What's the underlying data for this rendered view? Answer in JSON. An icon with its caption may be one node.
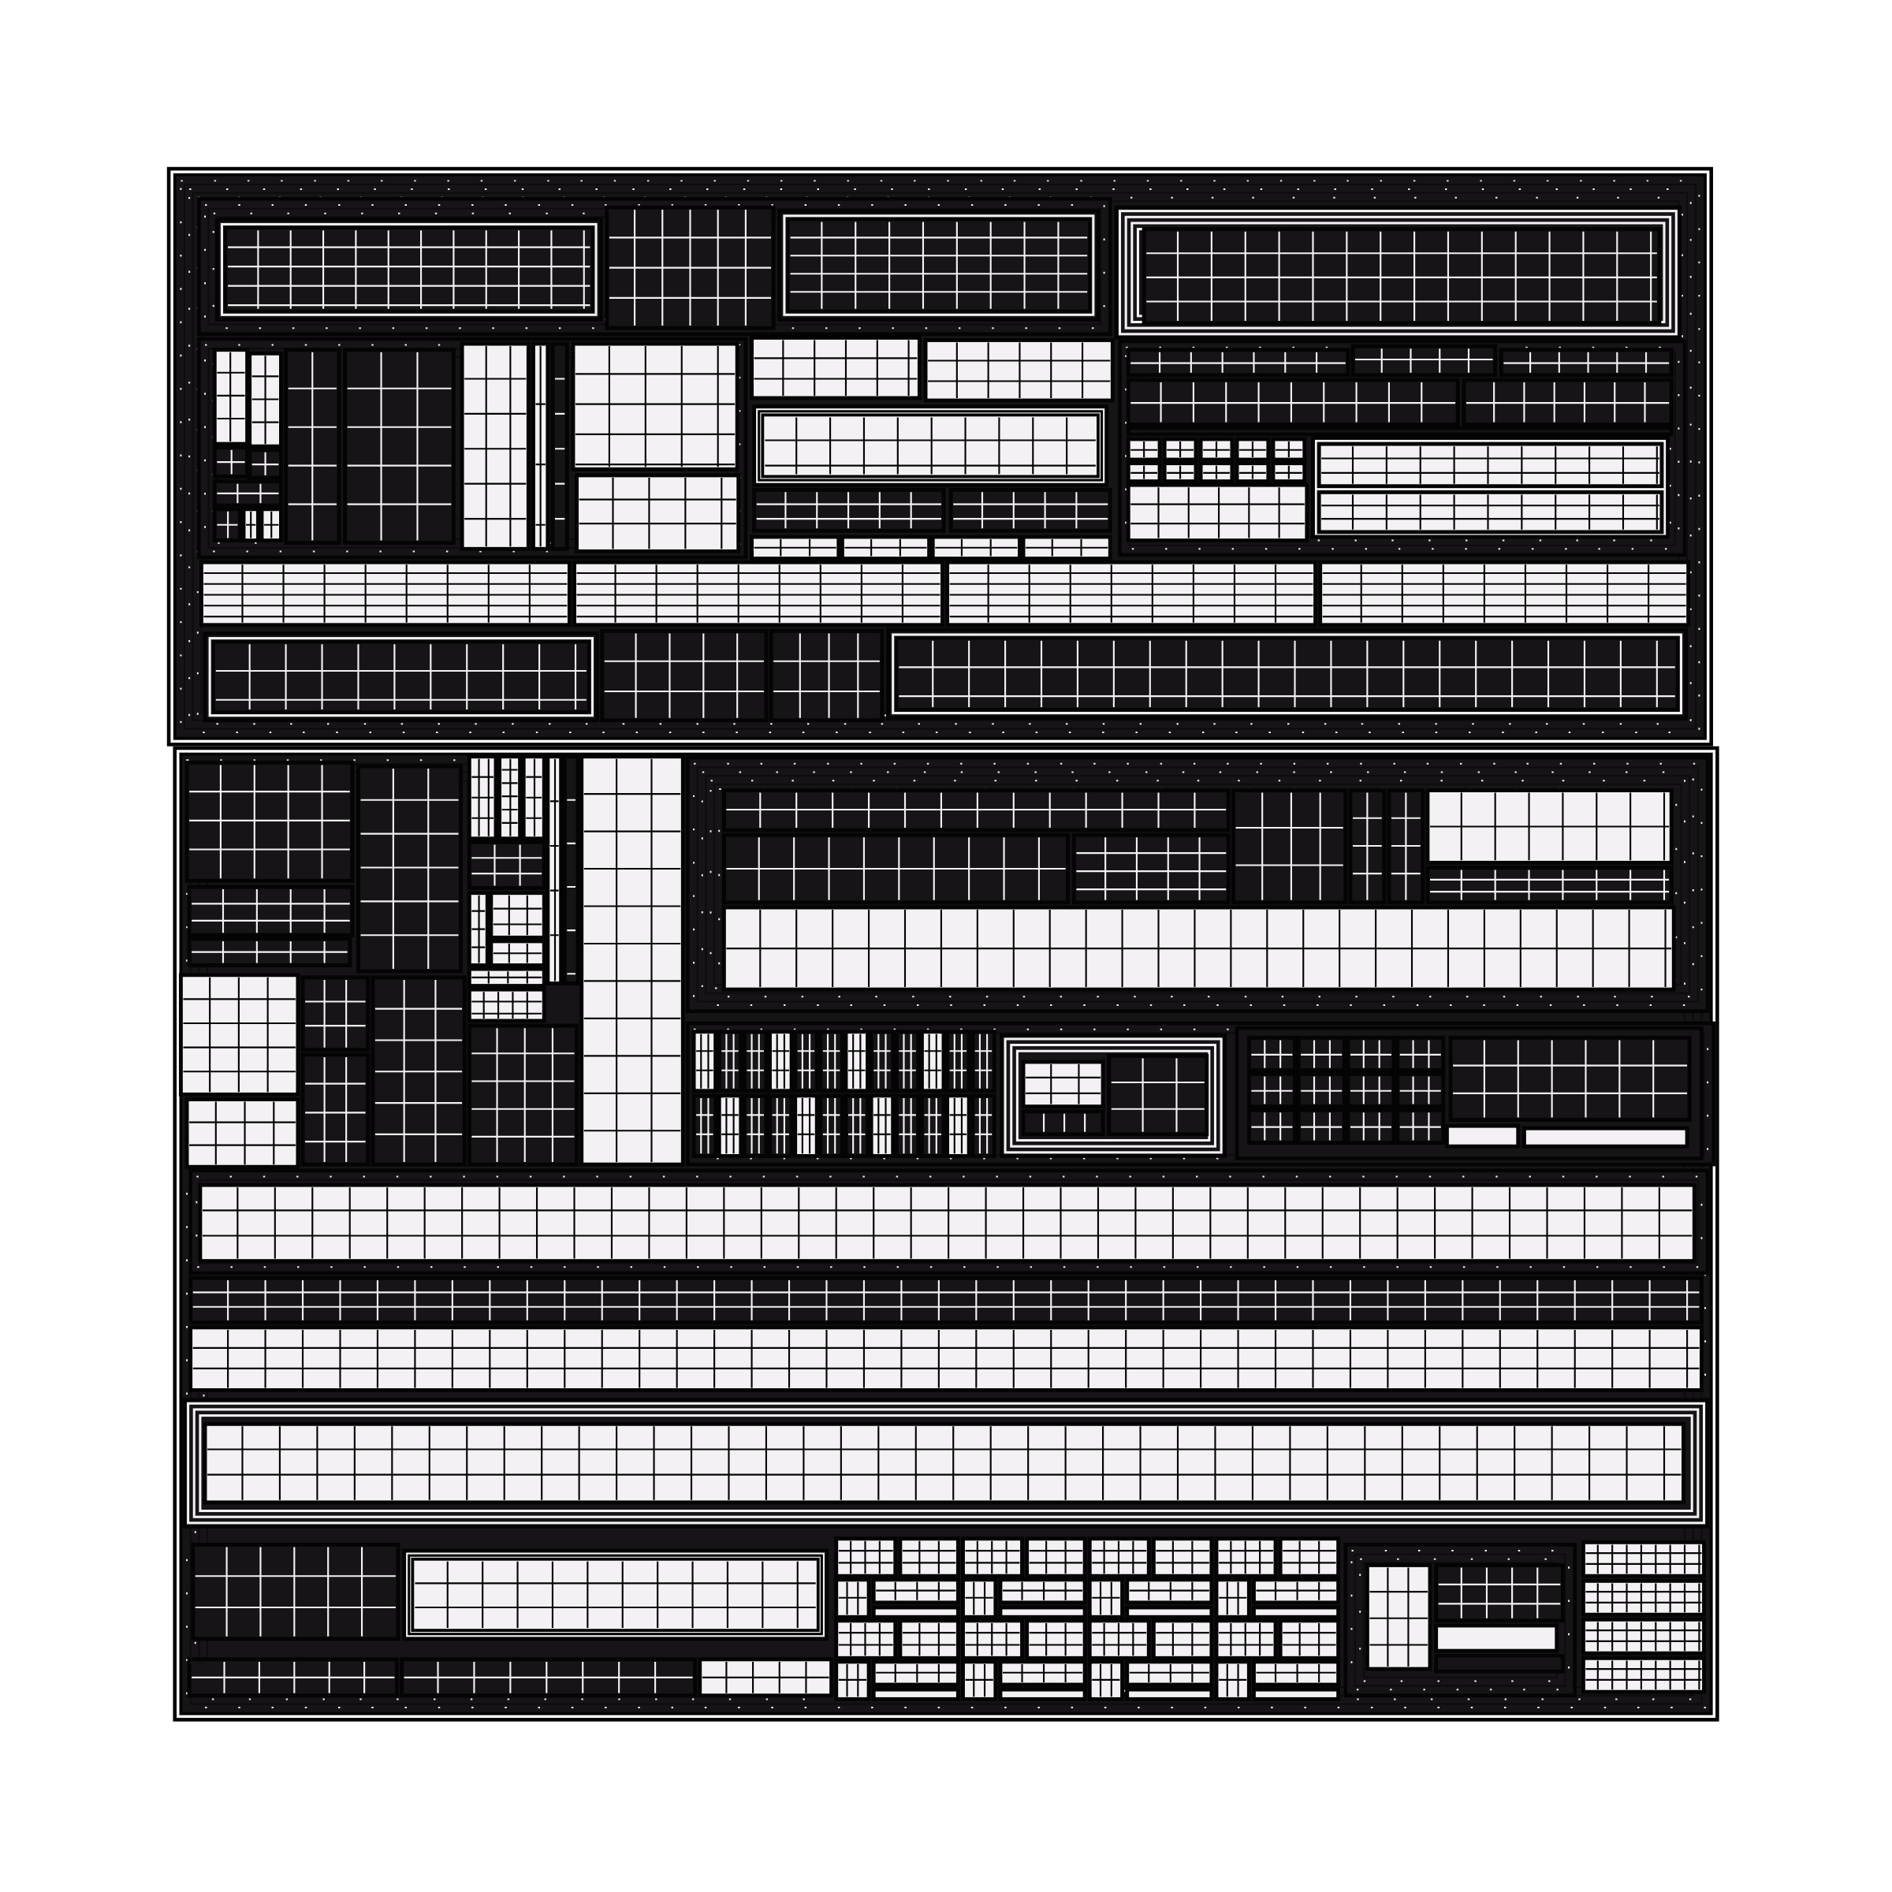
{
  "diagram": {
    "nodes": [
      {
        "text": [],
        "shape": "box"
      },
      {
        "text": [],
        "shape": "box",
        "in": 0
      },
      {
        "text": [],
        "shape": "box",
        "in": 1
      },
      {
        "text": [],
        "shape": "box",
        "in": 1
      },
      {
        "text": [],
        "shape": "box",
        "in": 1
      },
      {
        "text": [],
        "shape": "box",
        "in": 0
      },
      {
        "text": [],
        "shape": "box",
        "in": 5
      },
      {
        "text": [],
        "shape": "box",
        "in": 0
      },
      {
        "text": [],
        "shape": "box",
        "in": 7
      },
      {
        "text": [],
        "shape": "box",
        "in": 7
      },
      {
        "text": [],
        "shape": "box",
        "in": 7
      },
      {
        "text": [],
        "shape": "box",
        "in": 7
      },
      {
        "text": [],
        "shape": "box",
        "in": 7
      },
      {
        "text": [],
        "shape": "box",
        "in": 0
      },
      {
        "text": [],
        "shape": "box",
        "in": 0
      },
      {
        "text": [],
        "shape": "box",
        "in": 0
      },
      {
        "text": [],
        "shape": "box",
        "in": 0
      },
      {
        "text": [],
        "shape": "box",
        "in": 0
      },
      {
        "text": [],
        "shape": "box",
        "in": 0
      },
      {
        "text": [],
        "shape": "box",
        "in": 18
      },
      {
        "text": [],
        "shape": "box",
        "in": 18
      },
      {
        "text": [],
        "shape": "box",
        "in": 18
      },
      {
        "text": [],
        "shape": "box",
        "in": 18
      },
      {
        "text": [],
        "shape": "box",
        "in": 22
      },
      {
        "text": [],
        "shape": "box",
        "in": 22
      },
      {
        "text": [],
        "shape": "box",
        "in": 0
      },
      {
        "text": [],
        "shape": "box",
        "in": 0
      },
      {
        "text": [],
        "shape": "box",
        "in": 0
      },
      {
        "text": [],
        "shape": "box",
        "in": 0
      },
      {
        "text": [],
        "shape": "box",
        "in": 0
      },
      {
        "text": [],
        "shape": "box",
        "in": 0
      },
      {
        "text": [],
        "shape": "box",
        "in": 0
      },
      {
        "text": [],
        "shape": "box",
        "in": 0
      },
      {
        "text": [],
        "shape": "box"
      },
      {
        "text": [],
        "shape": "box",
        "in": 33
      },
      {
        "text": [],
        "shape": "box",
        "in": 33
      },
      {
        "text": [],
        "shape": "box",
        "in": 33
      },
      {
        "text": [],
        "shape": "box",
        "in": 33
      },
      {
        "text": [],
        "shape": "box",
        "in": 33
      },
      {
        "text": [],
        "shape": "box",
        "in": 33
      },
      {
        "text": [],
        "shape": "box",
        "in": 33
      },
      {
        "text": [],
        "shape": "box",
        "in": 33
      },
      {
        "text": [],
        "shape": "box",
        "in": 33
      },
      {
        "text": [],
        "shape": "box",
        "in": 33
      },
      {
        "text": [],
        "shape": "box",
        "in": 33
      },
      {
        "text": [],
        "shape": "box",
        "in": 44
      },
      {
        "text": [],
        "shape": "box",
        "in": 44
      },
      {
        "text": [],
        "shape": "box",
        "in": 44
      },
      {
        "text": [],
        "shape": "box",
        "in": 44
      },
      {
        "text": [],
        "shape": "box",
        "in": 44
      },
      {
        "text": [],
        "shape": "box",
        "in": 44
      },
      {
        "text": [],
        "shape": "box",
        "in": 44
      },
      {
        "text": [],
        "shape": "box",
        "in": 33
      },
      {
        "text": [],
        "shape": "box",
        "in": 52
      },
      {
        "text": [],
        "shape": "box",
        "in": 53
      },
      {
        "text": [],
        "shape": "box",
        "in": 53
      },
      {
        "text": [],
        "shape": "box",
        "in": 52
      },
      {
        "text": [],
        "shape": "box",
        "in": 56
      },
      {
        "text": [],
        "shape": "box",
        "in": 33
      },
      {
        "text": [],
        "shape": "box",
        "in": 58
      },
      {
        "text": [],
        "shape": "box",
        "in": 33
      },
      {
        "text": [],
        "shape": "box",
        "in": 33
      },
      {
        "text": [],
        "shape": "box",
        "in": 33
      },
      {
        "text": [],
        "shape": "box",
        "in": 62
      },
      {
        "text": [],
        "shape": "box",
        "in": 33
      },
      {
        "text": [],
        "shape": "box",
        "in": 33
      },
      {
        "text": [],
        "shape": "box",
        "in": 33
      },
      {
        "text": [],
        "shape": "box",
        "in": 33
      },
      {
        "text": [],
        "shape": "box",
        "in": 33
      },
      {
        "text": [],
        "shape": "box",
        "in": 33
      },
      {
        "text": [],
        "shape": "box",
        "in": 69
      },
      {
        "text": [],
        "shape": "box",
        "in": 69
      },
      {
        "text": [],
        "shape": "box",
        "in": 33
      },
      {
        "text": [],
        "shape": "box",
        "in": 33
      },
      {
        "text": [],
        "shape": "box",
        "in": 33
      },
      {
        "text": [],
        "shape": "box",
        "in": 33
      }
    ]
  }
}
